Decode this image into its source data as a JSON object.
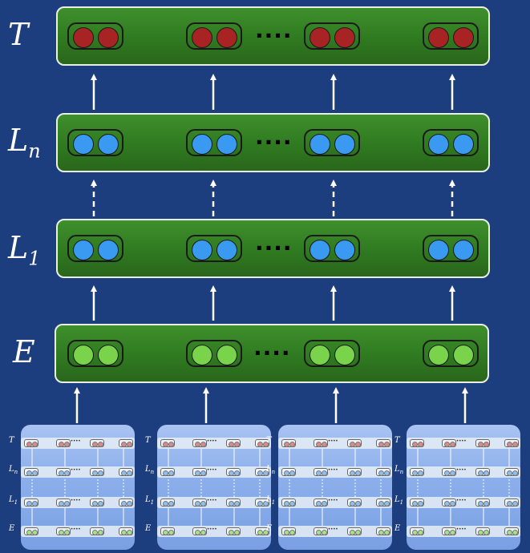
{
  "labels": {
    "top": "T",
    "ln_base": "L",
    "ln_sub": "n",
    "l1_base": "L",
    "l1_sub": "1",
    "e": "E"
  },
  "thumb_labels": {
    "top": "T",
    "ln_base": "L",
    "ln_sub": "n",
    "l1_base": "L",
    "l1_sub": "1",
    "e": "E"
  },
  "ellipsis": "····",
  "colors": {
    "background": "#1c3d7e",
    "layer_green": "#347f24",
    "token_red": "#a82323",
    "token_blue": "#3a99f0",
    "token_green": "#79d34b",
    "arrow": "#ffffff"
  },
  "layers": [
    {
      "id": "T",
      "token_color": "red"
    },
    {
      "id": "Ln",
      "token_color": "blue"
    },
    {
      "id": "L1",
      "token_color": "blue"
    },
    {
      "id": "E",
      "token_color": "green"
    }
  ],
  "thumbnail_count": 4
}
